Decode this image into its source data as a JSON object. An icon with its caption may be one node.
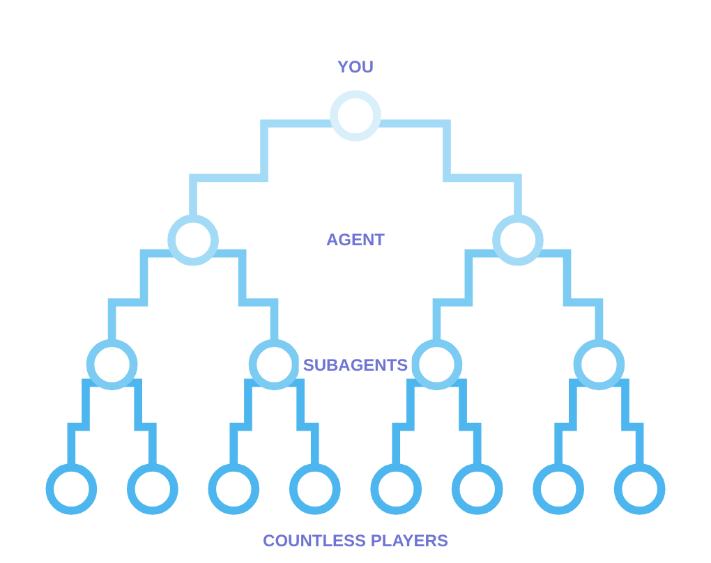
{
  "diagram": {
    "nodes": [
      {
        "text": [],
        "shape": "circle"
      },
      {
        "text": [],
        "shape": "circle"
      },
      {
        "text": [],
        "shape": "circle"
      },
      {
        "text": [],
        "shape": "circle"
      },
      {
        "text": [],
        "shape": "circle"
      },
      {
        "text": [],
        "shape": "circle"
      },
      {
        "text": [],
        "shape": "circle"
      },
      {
        "text": [],
        "shape": "circle"
      },
      {
        "text": [],
        "shape": "circle"
      },
      {
        "text": [],
        "shape": "circle"
      },
      {
        "text": [],
        "shape": "circle"
      },
      {
        "text": [],
        "shape": "circle"
      },
      {
        "text": [],
        "shape": "circle"
      },
      {
        "text": [],
        "shape": "circle"
      },
      {
        "text": [],
        "shape": "circle"
      }
    ],
    "edges": [
      {
        "from": 0,
        "to": 1,
        "arrow": "none"
      },
      {
        "from": 0,
        "to": 2,
        "arrow": "none"
      },
      {
        "from": 1,
        "to": 3,
        "arrow": "none"
      },
      {
        "from": 1,
        "to": 4,
        "arrow": "none"
      },
      {
        "from": 2,
        "to": 5,
        "arrow": "none"
      },
      {
        "from": 2,
        "to": 6,
        "arrow": "none"
      },
      {
        "from": 3,
        "to": 7,
        "arrow": "none"
      },
      {
        "from": 3,
        "to": 8,
        "arrow": "none"
      },
      {
        "from": 4,
        "to": 9,
        "arrow": "none"
      },
      {
        "from": 4,
        "to": 10,
        "arrow": "none"
      },
      {
        "from": 5,
        "to": 11,
        "arrow": "none"
      },
      {
        "from": 5,
        "to": 12,
        "arrow": "none"
      },
      {
        "from": 6,
        "to": 13,
        "arrow": "none"
      },
      {
        "from": 6,
        "to": 14,
        "arrow": "none"
      }
    ],
    "labels": [
      "YOU",
      "AGENT",
      "SUBAGENTS",
      "COUNTLESS PLAYERS"
    ]
  }
}
